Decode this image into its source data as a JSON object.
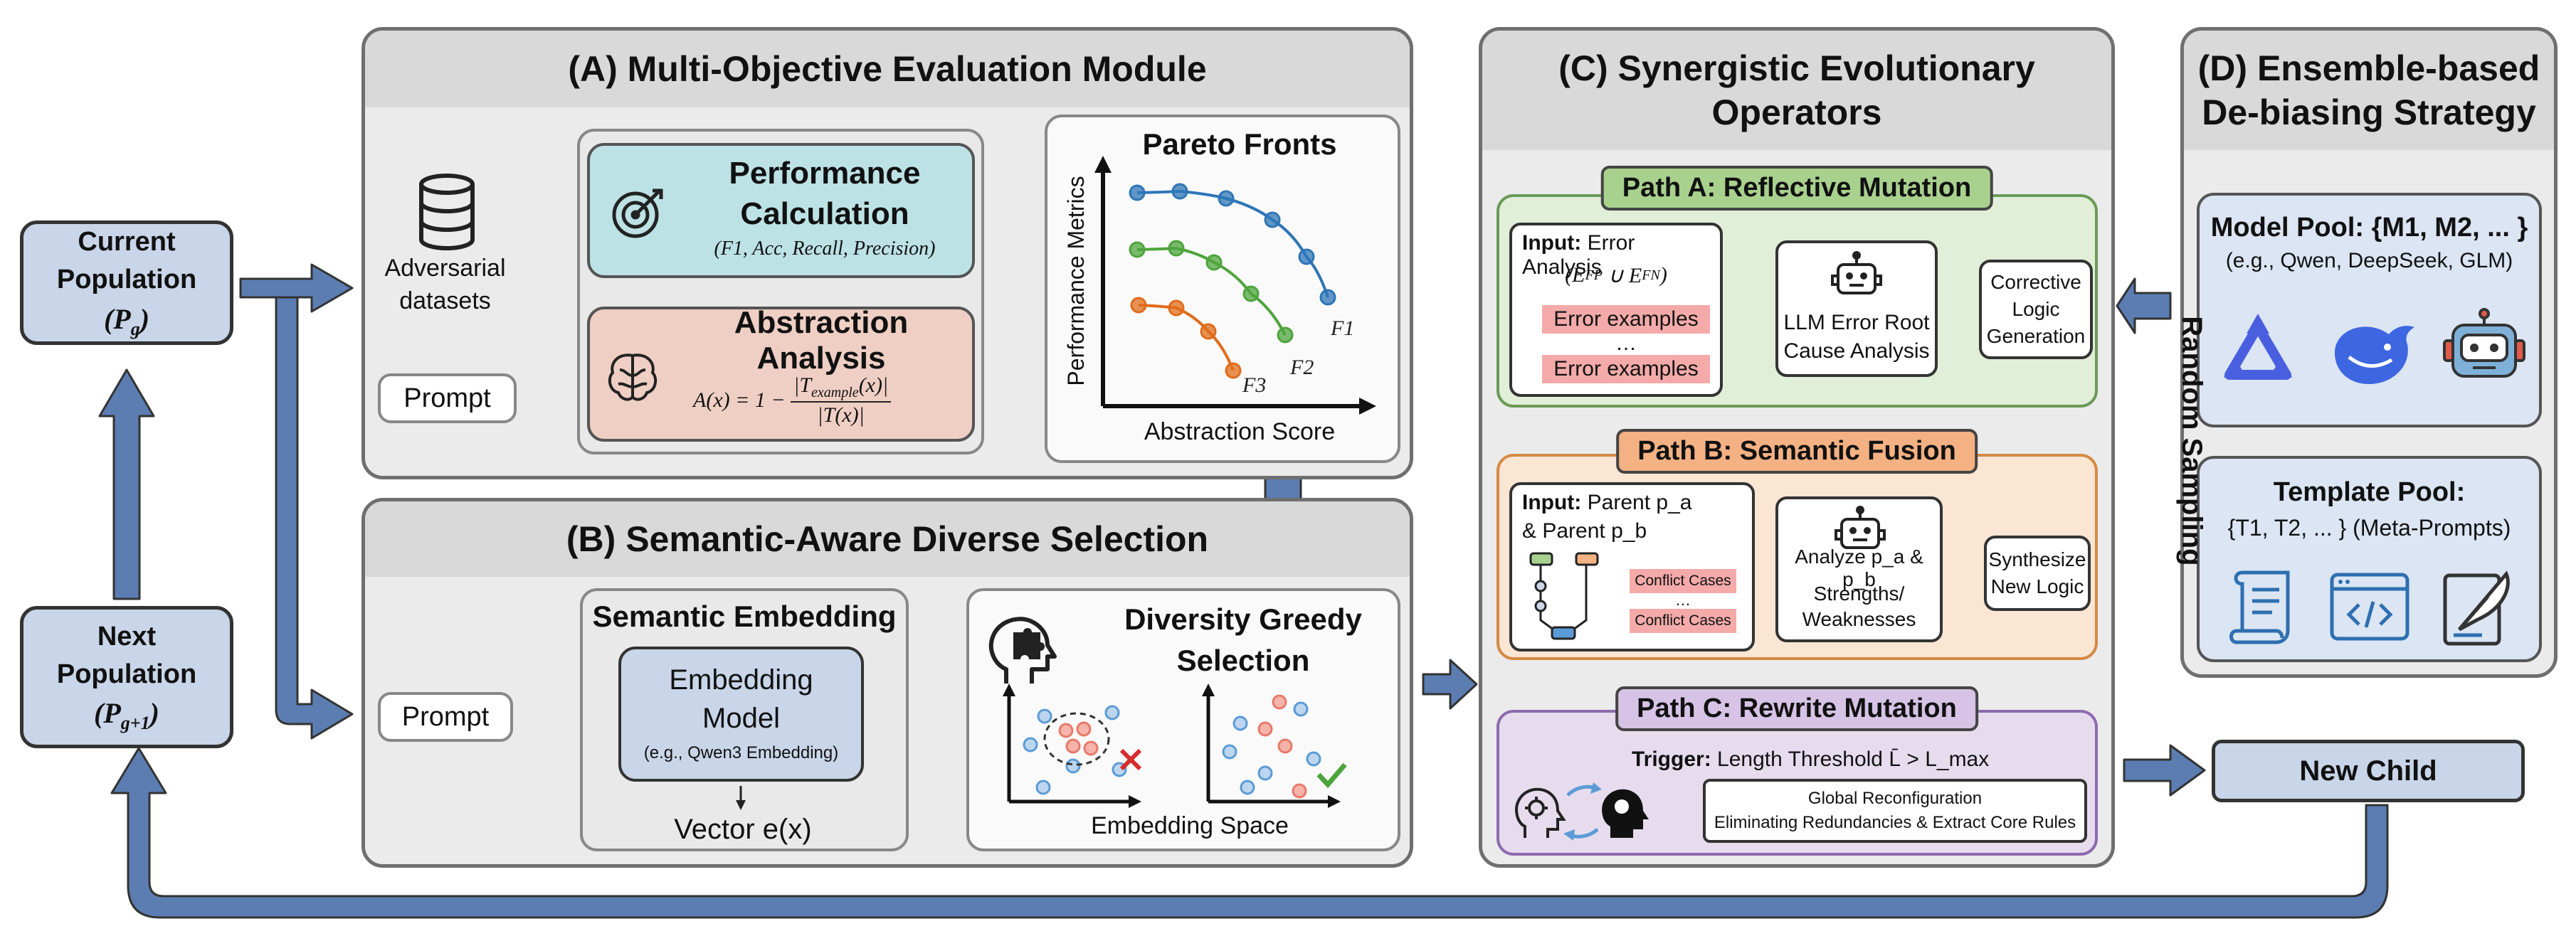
{
  "population": {
    "current_label": "Current Population",
    "current_symbol": "(P_g)",
    "next_label": "Next Population",
    "next_symbol": "(P_g+1)"
  },
  "panel_a": {
    "title": "(A) Multi-Objective Evaluation Module",
    "dataset_label": "Adversarial datasets",
    "prompt_label": "Prompt",
    "performance": {
      "title": "Performance Calculation",
      "metrics": "(F1, Acc, Recall, Precision)"
    },
    "abstraction": {
      "title": "Abstraction Analysis",
      "formula": "A(x) = 1 − |T_example(x)| / |T(x)|"
    },
    "pareto": {
      "title": "Pareto Fronts",
      "ylabel": "Performance Metrics",
      "xlabel": "Abstraction Score",
      "fronts": [
        "F1",
        "F2",
        "F3"
      ],
      "colors": [
        "#2e75b6",
        "#4ea43c",
        "#e06c1b"
      ]
    }
  },
  "panel_b": {
    "title": "(B) Semantic-Aware Diverse Selection",
    "prompt_label": "Prompt",
    "embedding": {
      "title": "Semantic Embedding",
      "model_line1": "Embedding",
      "model_line2": "Model",
      "model_example": "(e.g., Qwen3 Embedding)",
      "vector_label": "Vector e(x)"
    },
    "diversity": {
      "title_line1": "Diversity Greedy",
      "title_line2": "Selection",
      "space_label": "Embedding Space"
    }
  },
  "panel_c": {
    "title_line1": "(C) Synergistic Evolutionary",
    "title_line2": "Operators",
    "path_a": {
      "tag": "Path A: Reflective Mutation",
      "input_bold": "Input:",
      "input_text": "Error Analysis",
      "input_formula": "(E_FP ∪ E_FN)",
      "error_examples": "Error examples",
      "ellipsis": "…",
      "llm_line1": "LLM Error Root",
      "llm_line2": "Cause Analysis",
      "out_line1": "Corrective",
      "out_line2": "Logic",
      "out_line3": "Generation"
    },
    "path_b": {
      "tag": "Path B: Semantic Fusion",
      "input_bold": "Input:",
      "input_text1": "Parent p_a",
      "input_text2": "& Parent p_b",
      "conflict": "Conflict Cases",
      "ellipsis": "…",
      "analyze_line1": "Analyze p_a & p_b",
      "analyze_line2": "Strengths/",
      "analyze_line3": "Weaknesses",
      "out_line1": "Synthesize",
      "out_line2": "New Logic"
    },
    "path_c": {
      "tag": "Path C: Rewrite Mutation",
      "trigger_bold": "Trigger:",
      "trigger_text": "Length Threshold L̄ > L_max",
      "box_line1": "Global Reconfiguration",
      "box_line2": "Eliminating Redundancies & Extract Core Rules"
    }
  },
  "panel_d": {
    "title_line1": "(D) Ensemble-based",
    "title_line2": "De-biasing Strategy",
    "model_pool_title": "Model Pool: {M1, M2, ... }",
    "model_pool_examples": "(e.g., Qwen, DeepSeek, GLM)",
    "template_pool_title": "Template Pool:",
    "template_pool_set": "{T1, T2, ... } (Meta-Prompts)"
  },
  "random_sampling": "Random Sampling",
  "new_child": "New Child",
  "colors": {
    "arrow": "#5b7db2",
    "panel_bg": "#ebebeb",
    "header_bg": "#d9d9d9",
    "population": "#c9d5e8",
    "performance": "#bde2e6",
    "abstraction": "#efcfc4",
    "path_a": "#e1efd9",
    "path_b": "#fbe5d3",
    "path_c": "#e6dcee"
  }
}
